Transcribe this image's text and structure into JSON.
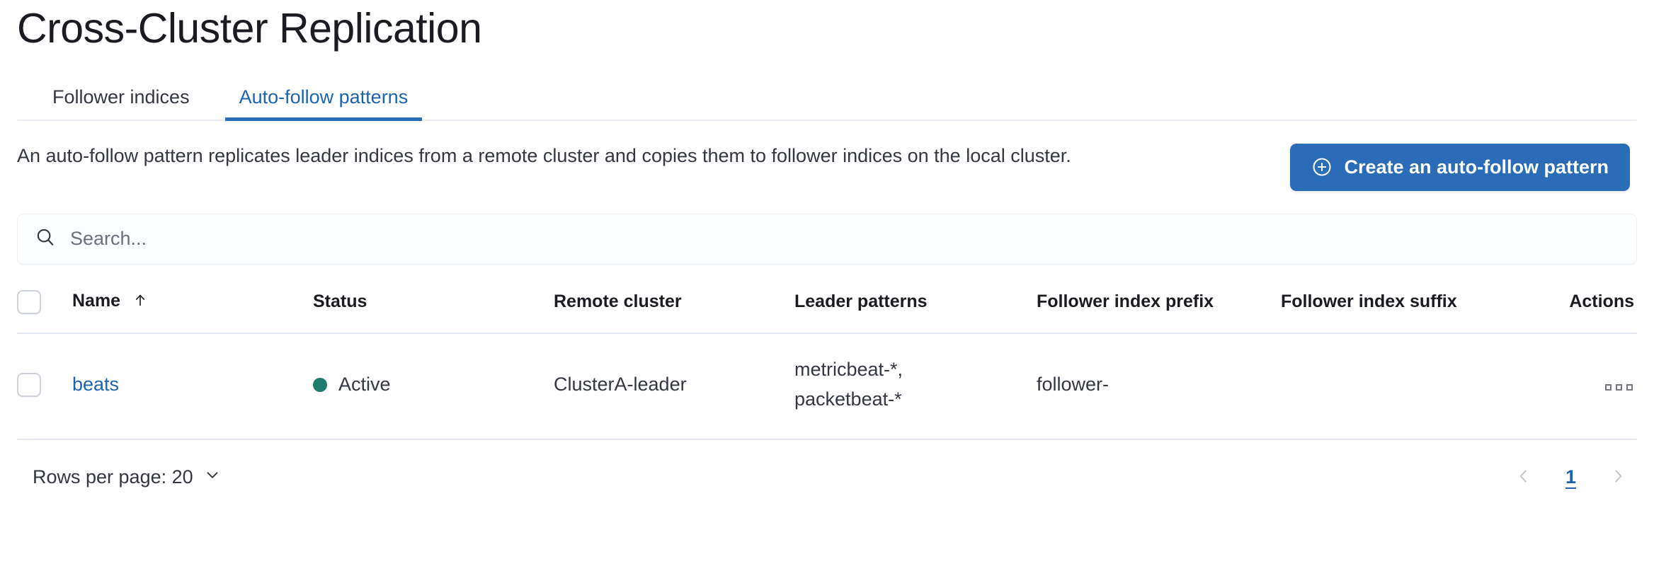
{
  "page": {
    "title": "Cross-Cluster Replication"
  },
  "tabs": [
    {
      "label": "Follower indices",
      "active": false,
      "name": "tab-follower-indices"
    },
    {
      "label": "Auto-follow patterns",
      "active": true,
      "name": "tab-auto-follow-patterns"
    }
  ],
  "intro": {
    "description": "An auto-follow pattern replicates leader indices from a remote cluster and copies them to follower indices on the local cluster.",
    "cta_label": "Create an auto-follow pattern",
    "cta_icon": "plus-in-circle-icon"
  },
  "search": {
    "placeholder": "Search...",
    "value": "",
    "icon": "search-icon"
  },
  "table": {
    "columns": [
      "Name",
      "Status",
      "Remote cluster",
      "Leader patterns",
      "Follower index prefix",
      "Follower index suffix",
      "Actions"
    ],
    "sort_column": "Name",
    "sort_direction": "ascending",
    "rows": [
      {
        "name": "beats",
        "status": "Active",
        "status_color": "#1E7B6B",
        "remote_cluster": "ClusterA-leader",
        "leader_patterns_line1": "metricbeat-*,",
        "leader_patterns_line2": "packetbeat-*",
        "follower_index_prefix": "follower-",
        "follower_index_suffix": "",
        "actions_icon": "more-actions-icon",
        "selected": false
      }
    ]
  },
  "footer": {
    "rows_per_page_label": "Rows per page: 20",
    "page_numbers": [
      "1"
    ],
    "active_page": "1",
    "prev_icon": "chevron-left-icon",
    "next_icon": "chevron-right-icon"
  },
  "colors": {
    "accent_blue": "#2B6CB8",
    "link_blue": "#1C63B0",
    "status_green": "#1E7B6B",
    "text": "#343741",
    "border": "#E3E8F2"
  }
}
